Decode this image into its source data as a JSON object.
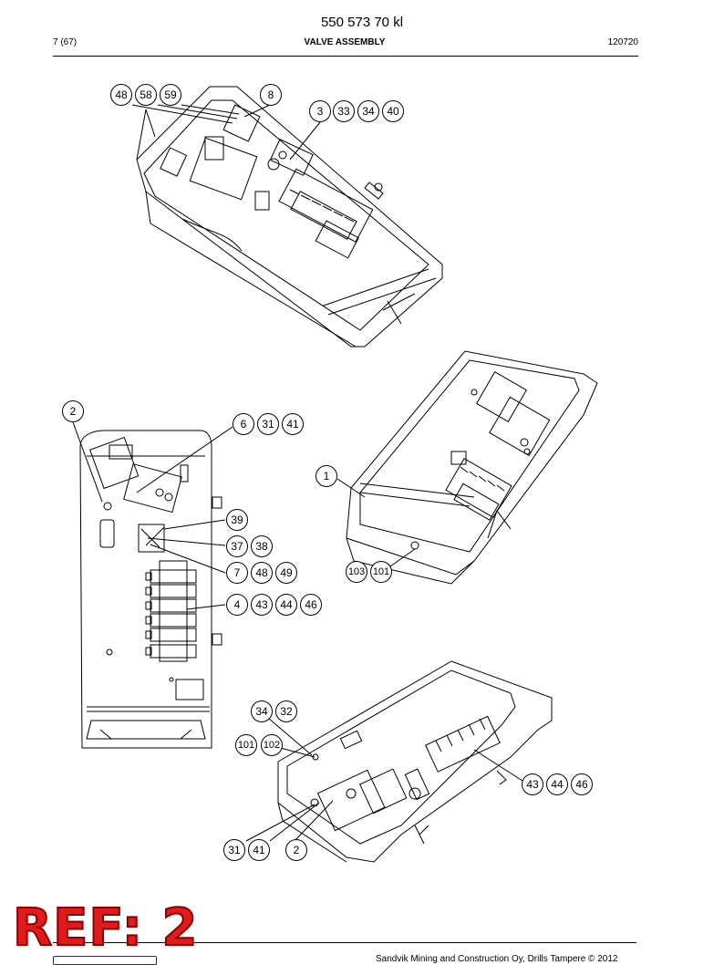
{
  "header": {
    "document_number": "550 573 70 kl",
    "page": "7 (67)",
    "title": "VALVE ASSEMBLY",
    "code": "120720"
  },
  "callouts": {
    "view1": [
      "48",
      "58",
      "59",
      "8",
      "3",
      "33",
      "34",
      "40"
    ],
    "view2": [
      "2",
      "6",
      "31",
      "41",
      "39",
      "37",
      "38",
      "7",
      "48",
      "49",
      "4",
      "43",
      "44",
      "46"
    ],
    "view3": [
      "1",
      "103",
      "101"
    ],
    "view4": [
      "34",
      "32",
      "101",
      "102",
      "43",
      "44",
      "46",
      "31",
      "41",
      "2"
    ]
  },
  "stamp": "REF: 2",
  "footer": {
    "copyright": "Sandvik Mining and Construction Oy, Drills Tampere © 2012"
  }
}
